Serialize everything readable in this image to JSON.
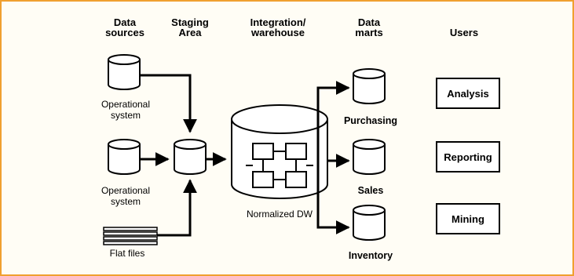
{
  "columns": {
    "data_sources": "Data\nsources",
    "staging_area": "Staging\nArea",
    "integration": "Integration/\nwarehouse",
    "data_marts": "Data\nmarts",
    "users": "Users"
  },
  "sources": {
    "operational_1": "Operational\nsystem",
    "operational_2": "Operational\nsystem",
    "flat_files": "Flat files"
  },
  "warehouse": {
    "label": "Normalized DW"
  },
  "marts": {
    "purchasing": "Purchasing",
    "sales": "Sales",
    "inventory": "Inventory"
  },
  "users": {
    "analysis": "Analysis",
    "reporting": "Reporting",
    "mining": "Mining"
  },
  "colors": {
    "frame": "#f0a030",
    "line": "#000000"
  }
}
